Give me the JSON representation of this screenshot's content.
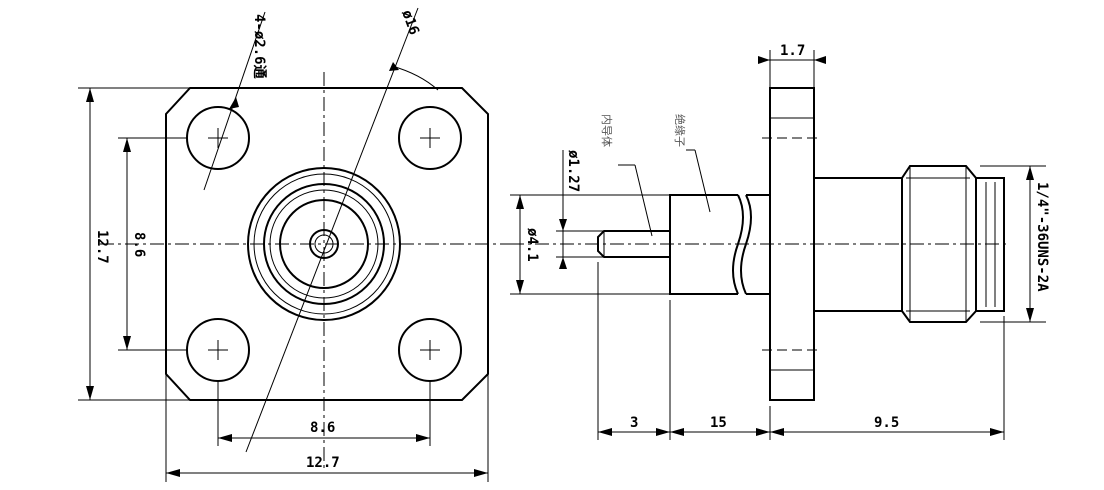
{
  "front_view": {
    "hole_callout": "4-ø2.6通",
    "circle_diameter": "ø16",
    "height_outer": "12.7",
    "height_inner": "8.6",
    "width_inner": "8.6",
    "width_outer": "12.7"
  },
  "side_view": {
    "flange_thickness": "1.7",
    "inner_conductor_diameter": "ø1.27",
    "insulator_diameter": "ø4.1",
    "inner_conductor_label": "内导体",
    "insulator_label": "绝缘子",
    "thread_spec": "1/4\"-36UNS-2A",
    "length_pin": "3",
    "length_insulator": "15",
    "length_body": "9.5"
  }
}
